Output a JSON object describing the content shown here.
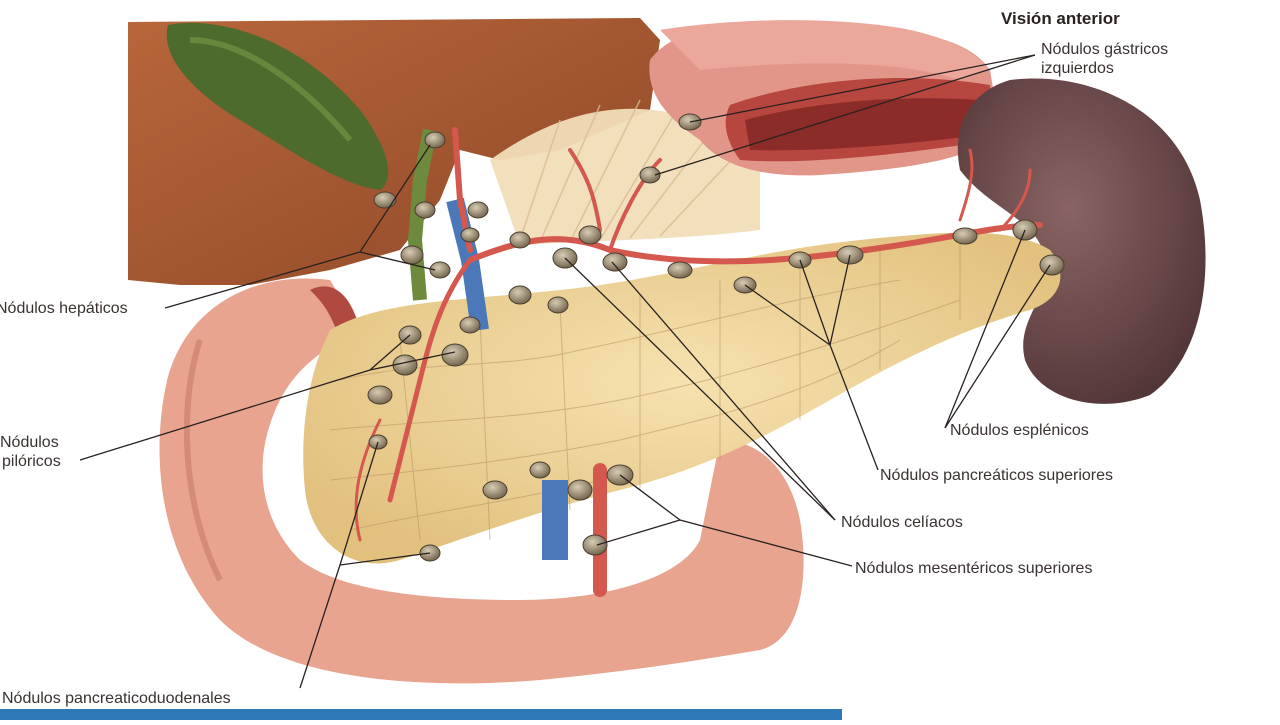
{
  "title": "Visión anterior",
  "labels": {
    "gastricos_izq_1": "Nódulos gástricos",
    "gastricos_izq_2": "izquierdos",
    "hepaticos": "Nódulos hepáticos",
    "piloricos_1": "Nódulos",
    "piloricos_2": "pilóricos",
    "esplenicos": "Nódulos esplénicos",
    "pancreaticos_sup": "Nódulos pancreáticos superiores",
    "celiacos": "Nódulos celíacos",
    "mesentericos_sup": "Nódulos mesentéricos superiores",
    "pancreaticoduodenales": "Nódulos pancreaticoduodenales"
  },
  "colors": {
    "liver": "#a4562f",
    "gallbladder": "#4c6b2c",
    "stomach": "#e2968a",
    "spleen": "#6e4a4a",
    "pancreas": "#f0d49a",
    "duodenum": "#e8a48f",
    "artery": "#d4584e",
    "vein": "#4a78b8",
    "node": "#9a8a70",
    "leader_line": "#2a2220",
    "footer_bar": "#2e78b8"
  }
}
